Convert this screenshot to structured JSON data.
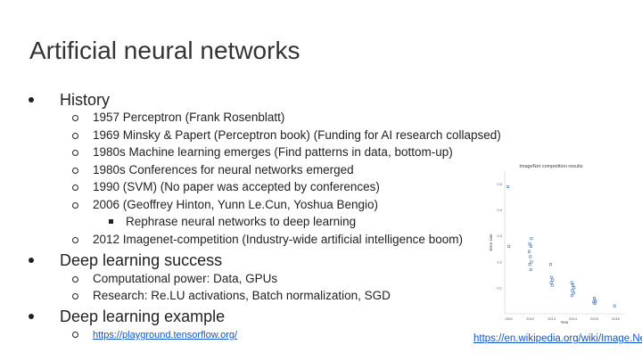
{
  "slide": {
    "title": "Artificial neural networks",
    "sections": [
      {
        "heading": "History",
        "items": [
          "1957 Perceptron (Frank Rosenblatt)",
          "1969 Minsky & Papert (Perceptron book) (Funding for AI research collapsed)",
          "1980s Machine learning emerges (Find patterns in data, bottom-up)",
          "1980s Conferences for neural networks emerged",
          "1990 (SVM) (No paper was accepted by conferences)",
          "2006 (Geoffrey Hinton, Yunn Le.Cun, Yoshua Bengio)",
          "Rephrase neural networks to deep learning",
          "2012 Imagenet-competition (Industry-wide artificial intelligence boom)"
        ]
      },
      {
        "heading": "Deep learning success",
        "items": [
          "Computational power: Data, GPUs",
          "Research: Re.LU activations, Batch normalization, SGD"
        ]
      },
      {
        "heading": "Deep learning example",
        "items": [
          "https://playground.tensorflow.org/"
        ]
      }
    ],
    "image_link": "https://en.wikipedia.org/wiki/Image.Net"
  },
  "chart_data": {
    "type": "scatter",
    "title": "ImageNet competition results",
    "xlabel": "Year",
    "ylabel": "Error rate",
    "xticks": [
      "2011",
      "2012",
      "2013",
      "2014",
      "2015",
      "2016"
    ],
    "yticks": [
      "0.5",
      "0.4",
      "0.3",
      "0.2",
      "0.1"
    ],
    "ylim": [
      0.0,
      0.55
    ],
    "xlim": [
      2010.8,
      2016.4
    ],
    "points": [
      {
        "x": 2011,
        "y": 0.49
      },
      {
        "x": 2011,
        "y": 0.26
      },
      {
        "x": 2012,
        "y": 0.29
      },
      {
        "x": 2012,
        "y": 0.27
      },
      {
        "x": 2012,
        "y": 0.26
      },
      {
        "x": 2012,
        "y": 0.24
      },
      {
        "x": 2012,
        "y": 0.22
      },
      {
        "x": 2012,
        "y": 0.2
      },
      {
        "x": 2012,
        "y": 0.19
      },
      {
        "x": 2012,
        "y": 0.17
      },
      {
        "x": 2013,
        "y": 0.19
      },
      {
        "x": 2013,
        "y": 0.14
      },
      {
        "x": 2013,
        "y": 0.13
      },
      {
        "x": 2013,
        "y": 0.12
      },
      {
        "x": 2013,
        "y": 0.11
      },
      {
        "x": 2014,
        "y": 0.12
      },
      {
        "x": 2014,
        "y": 0.11
      },
      {
        "x": 2014,
        "y": 0.1
      },
      {
        "x": 2014,
        "y": 0.09
      },
      {
        "x": 2014,
        "y": 0.08
      },
      {
        "x": 2014,
        "y": 0.07
      },
      {
        "x": 2015,
        "y": 0.06
      },
      {
        "x": 2015,
        "y": 0.05
      },
      {
        "x": 2015,
        "y": 0.045
      },
      {
        "x": 2015,
        "y": 0.04
      },
      {
        "x": 2016,
        "y": 0.03
      }
    ],
    "grid": false,
    "colors": {
      "point": "#4a76b0"
    }
  }
}
